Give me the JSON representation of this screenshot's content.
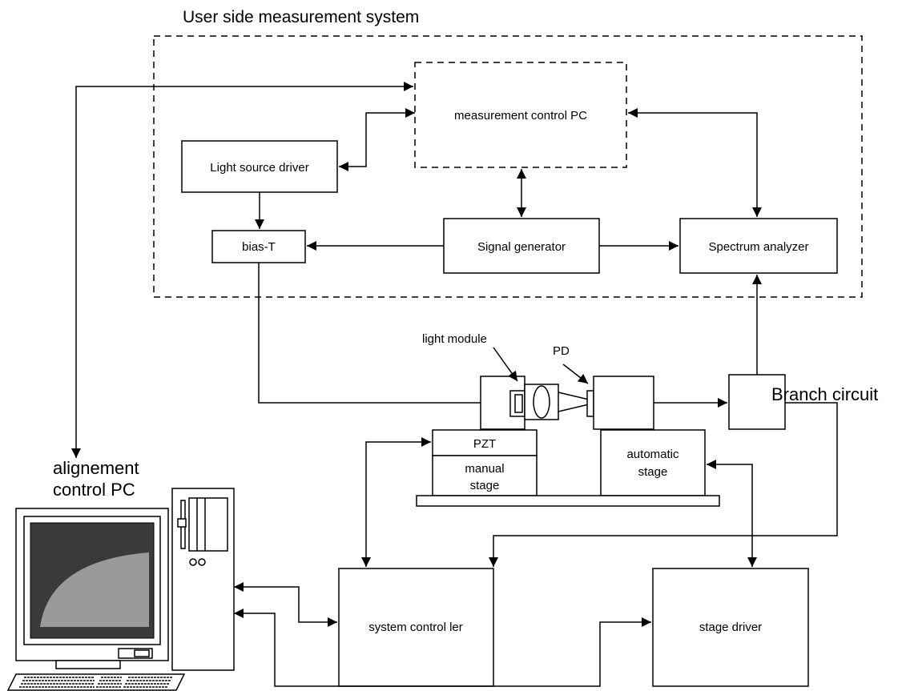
{
  "title": "User side measurement system",
  "boxes": {
    "measurement_pc": "measurement control PC",
    "light_source_driver": "Light source driver",
    "bias_t": "bias-T",
    "signal_generator": "Signal generator",
    "spectrum_analyzer": "Spectrum analyzer",
    "system_controller": "system control ler",
    "stage_driver": "stage driver"
  },
  "stages": {
    "pzt": "PZT",
    "manual_line1": "manual",
    "manual_line2": "stage",
    "automatic_line1": "automatic",
    "automatic_line2": "stage"
  },
  "labels": {
    "light_module": "light module",
    "pd": "PD",
    "branch_circuit": "Branch circuit",
    "alignment_line1": "alignement",
    "alignment_line2": "control PC"
  },
  "colors": {
    "line": "#000000",
    "screen_dark": "#3a3a3a",
    "screen_curve": "#9a9a9a"
  }
}
